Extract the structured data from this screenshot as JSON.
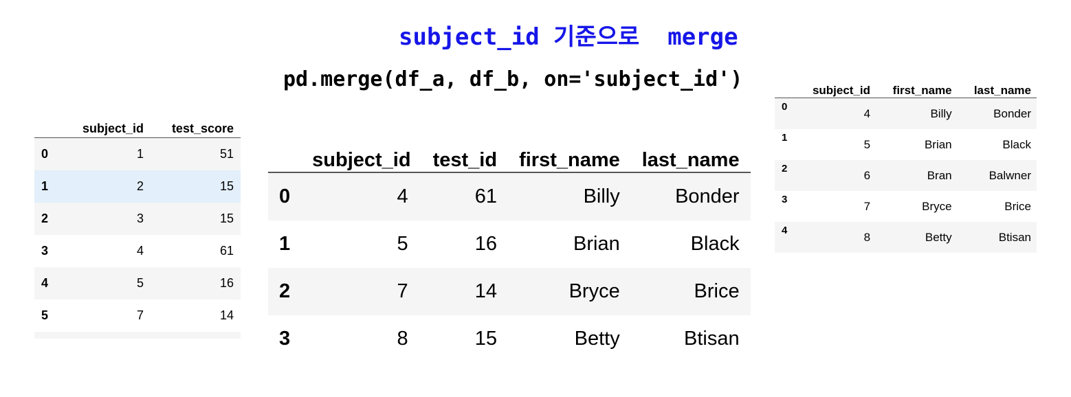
{
  "title": "subject_id 기준으로  merge",
  "code": "pd.merge(df_a, df_b, on='subject_id')",
  "df_a": {
    "columns": [
      "",
      "subject_id",
      "test_score"
    ],
    "rows": [
      {
        "index": "0",
        "subject_id": "1",
        "test_score": "51"
      },
      {
        "index": "1",
        "subject_id": "2",
        "test_score": "15"
      },
      {
        "index": "2",
        "subject_id": "3",
        "test_score": "15"
      },
      {
        "index": "3",
        "subject_id": "4",
        "test_score": "61"
      },
      {
        "index": "4",
        "subject_id": "5",
        "test_score": "16"
      },
      {
        "index": "5",
        "subject_id": "7",
        "test_score": "14"
      }
    ]
  },
  "merged": {
    "columns": [
      "",
      "subject_id",
      "test_id",
      "first_name",
      "last_name"
    ],
    "rows": [
      {
        "index": "0",
        "subject_id": "4",
        "test_id": "61",
        "first_name": "Billy",
        "last_name": "Bonder"
      },
      {
        "index": "1",
        "subject_id": "5",
        "test_id": "16",
        "first_name": "Brian",
        "last_name": "Black"
      },
      {
        "index": "2",
        "subject_id": "7",
        "test_id": "14",
        "first_name": "Bryce",
        "last_name": "Brice"
      },
      {
        "index": "3",
        "subject_id": "8",
        "test_id": "15",
        "first_name": "Betty",
        "last_name": "Btisan"
      }
    ]
  },
  "df_b": {
    "columns": [
      "",
      "subject_id",
      "first_name",
      "last_name"
    ],
    "rows": [
      {
        "index": "0",
        "subject_id": "4",
        "first_name": "Billy",
        "last_name": "Bonder"
      },
      {
        "index": "1",
        "subject_id": "5",
        "first_name": "Brian",
        "last_name": "Black"
      },
      {
        "index": "2",
        "subject_id": "6",
        "first_name": "Bran",
        "last_name": "Balwner"
      },
      {
        "index": "3",
        "subject_id": "7",
        "first_name": "Bryce",
        "last_name": "Brice"
      },
      {
        "index": "4",
        "subject_id": "8",
        "first_name": "Betty",
        "last_name": "Btisan"
      }
    ]
  }
}
